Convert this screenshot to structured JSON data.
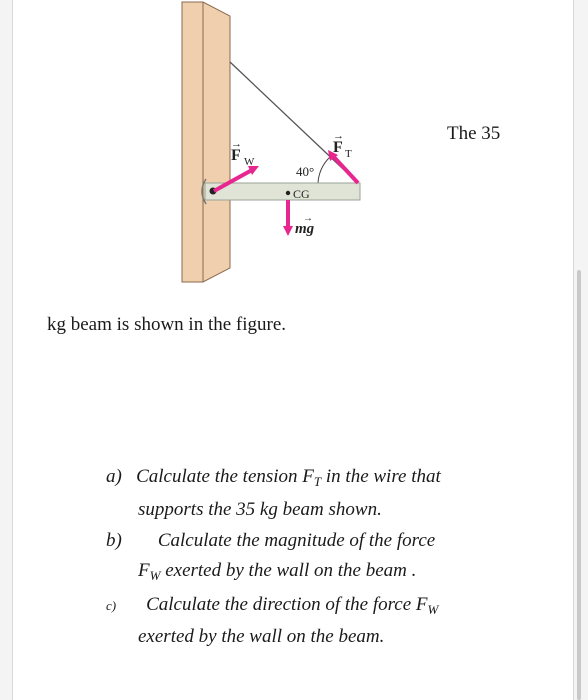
{
  "figure": {
    "label_fw": "F",
    "label_fw_sub": "W",
    "label_ft": "F",
    "label_ft_sub": "T",
    "label_angle": "40°",
    "label_cg": "CG",
    "label_mg": "mg",
    "colors": {
      "wall": "#f0cfae",
      "wall_edge": "#8c6a4d",
      "beam": "#dfe4d7",
      "beam_edge": "#9aa39a",
      "arrow": "#e8268f",
      "wire": "#555555"
    }
  },
  "text": {
    "top_right": "The 35",
    "intro": "kg beam is shown in the figure."
  },
  "questions": [
    {
      "marker": "a)",
      "line1": "Calculate the tension F",
      "line1_sub": "T",
      "line1_end": " in the wire that",
      "line2": "supports the 35 kg beam shown."
    },
    {
      "marker": "b)",
      "line1": "Calculate the magnitude of the force",
      "line2": "F",
      "line2_sub": "W",
      "line2_end": " exerted by the wall on the beam ."
    },
    {
      "marker": "c)",
      "line1": "Calculate the direction of the force F",
      "line1_sub": "W",
      "line2": "exerted by the wall on the beam."
    }
  ]
}
